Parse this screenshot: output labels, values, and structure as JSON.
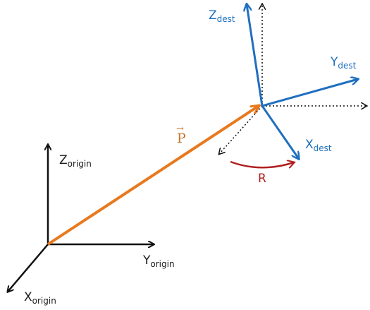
{
  "origin_frame": {
    "z_axis": {
      "letter": "Z",
      "sub": "origin"
    },
    "y_axis": {
      "letter": "Y",
      "sub": "origin"
    },
    "x_axis": {
      "letter": "X",
      "sub": "origin"
    }
  },
  "dest_frame": {
    "z_axis": {
      "letter": "Z",
      "sub": "dest"
    },
    "y_axis": {
      "letter": "Y",
      "sub": "dest"
    },
    "x_axis": {
      "letter": "X",
      "sub": "dest"
    }
  },
  "position_vector": {
    "letter": "P",
    "arrow": "→"
  },
  "rotation": {
    "letter": "R"
  },
  "colors": {
    "origin_axes": "#111111",
    "dest_axes": "#1f6fbf",
    "position_vector": "#e8791e",
    "rotation": "#b01f1f",
    "dotted_axes": "#111111"
  },
  "icons": {
    "axis_head": "arrow-head-icon",
    "rotation_head": "curved-arrow-icon"
  }
}
